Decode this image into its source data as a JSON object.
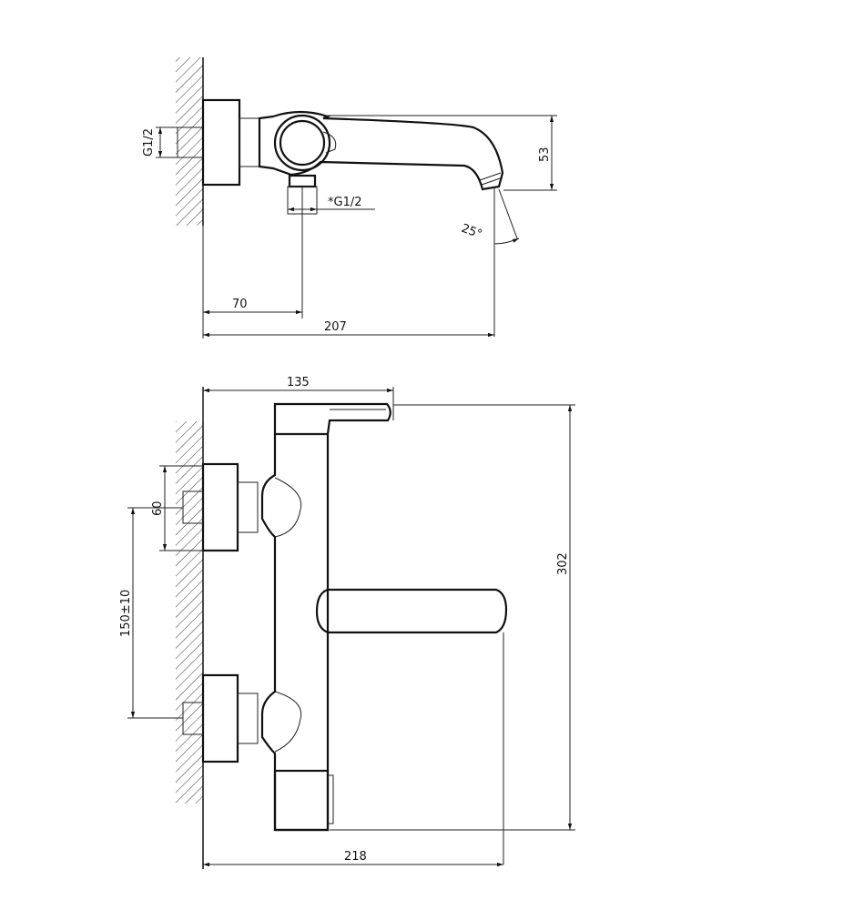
{
  "top_view": {
    "thread_left": "G1/2",
    "thread_bottom": "*G1/2",
    "height_dim": "53",
    "angle_dim": "25°",
    "offset_dim": "70",
    "length_dim": "207"
  },
  "front_view": {
    "lever_dim": "135",
    "height_dim": "302",
    "eccentric_dim": "60",
    "spacing_dim": "150±10",
    "depth_dim": "218"
  }
}
